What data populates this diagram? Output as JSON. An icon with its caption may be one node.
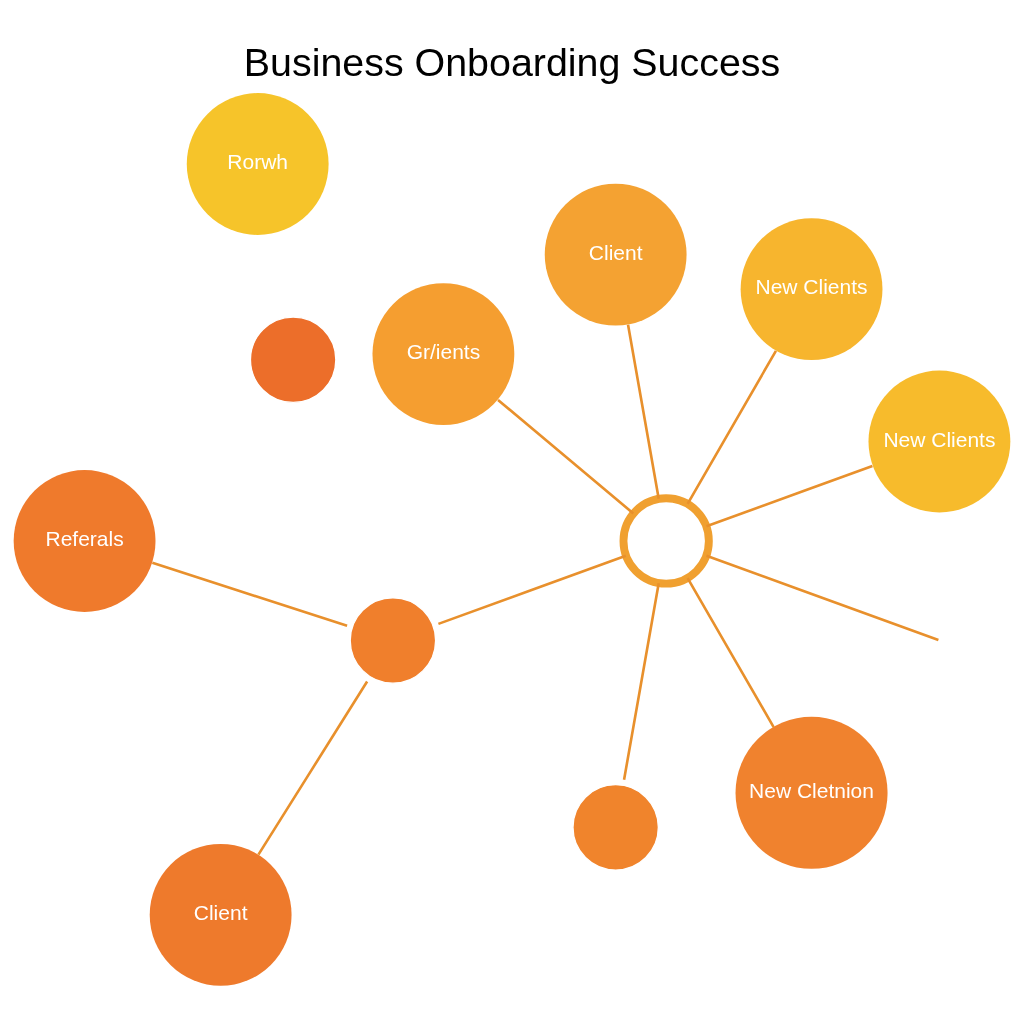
{
  "diagram": {
    "title": "Business Onboarding Success",
    "nodes": [
      {
        "text": [
          "Rorwh"
        ]
      },
      {
        "text": [
          "New Clients"
        ]
      },
      {
        "text": [
          "New Clients"
        ]
      },
      {
        "text": [
          "Client"
        ]
      },
      {
        "text": [],
        "shape": "circle"
      },
      {
        "text": [
          "Gr/ients"
        ]
      },
      {
        "text": [],
        "shape": "person"
      },
      {
        "text": [],
        "shape": "person"
      },
      {
        "text": [
          "New Cletnion"
        ]
      },
      {
        "text": [
          "Referals"
        ]
      },
      {
        "text": [
          "Client"
        ]
      },
      {
        "text": [],
        "shape": "person"
      }
    ],
    "edges": [
      {
        "from": 4,
        "to": 1,
        "arrow": "none"
      },
      {
        "from": 4,
        "to": 2,
        "arrow": "none"
      },
      {
        "from": 4,
        "to": 5,
        "arrow": "none"
      },
      {
        "from": 4,
        "to": 7,
        "arrow": "none"
      },
      {
        "from": 4,
        "to": 6,
        "arrow": "none"
      },
      {
        "from": 4,
        "to": 8,
        "arrow": "none"
      },
      {
        "from": 4,
        "to": 3,
        "arrow": "none"
      },
      {
        "from": 4,
        "to": null,
        "arrow": "none"
      },
      {
        "from": 6,
        "to": 9,
        "arrow": "none"
      },
      {
        "from": 6,
        "to": 10,
        "arrow": "none"
      }
    ]
  }
}
